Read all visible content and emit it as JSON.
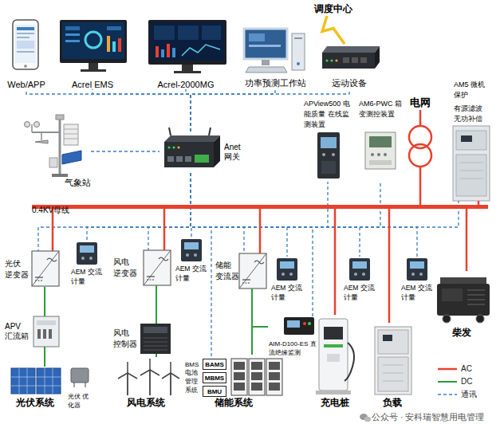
{
  "diagram": {
    "nodes": [
      {
        "text": [
          "调度中心"
        ]
      },
      {
        "text": [
          "Web/APP"
        ]
      },
      {
        "text": [
          "Acrel EMS"
        ]
      },
      {
        "text": [
          "Acrel-2000MG"
        ]
      },
      {
        "text": [
          "功率预测工作站"
        ]
      },
      {
        "text": [
          "远动设备"
        ]
      },
      {
        "text": [
          "气象站"
        ]
      },
      {
        "text": [
          "Anet 网关"
        ]
      },
      {
        "text": [
          "APView500 电能质量 在线监测装置"
        ]
      },
      {
        "text": [
          "AM6-PWC 箱变测控装置"
        ]
      },
      {
        "text": [
          "电网"
        ]
      },
      {
        "text": [
          "AM5 微机保护",
          "有源滤波 无功补偿"
        ]
      },
      {
        "text": [
          "0.4KV母线"
        ]
      },
      {
        "text": [
          "光伏 逆变器"
        ]
      },
      {
        "text": [
          "AEM 交流计量"
        ]
      },
      {
        "text": [
          "风电 逆变器"
        ]
      },
      {
        "text": [
          "AEM 交流计量"
        ]
      },
      {
        "text": [
          "储能 变流器"
        ]
      },
      {
        "text": [
          "AEM 交流计量"
        ]
      },
      {
        "text": [
          "AEM 交流计量"
        ]
      },
      {
        "text": [
          "AEM 交流计量"
        ]
      },
      {
        "text": [
          "APV 汇流箱"
        ]
      },
      {
        "text": [
          "风电 控制器"
        ]
      },
      {
        "text": [
          "AIM-D100-ES 直流绝缘监测"
        ]
      },
      {
        "text": [
          "储能系统"
        ]
      },
      {
        "text": [
          "BMS 电池 管理 系统"
        ],
        "in": 24
      },
      {
        "text": [
          "BAMS"
        ],
        "in": 25
      },
      {
        "text": [
          "MBMS"
        ],
        "in": 25
      },
      {
        "text": [
          "BMU"
        ],
        "in": 25
      },
      {
        "text": [
          "光伏系统"
        ]
      },
      {
        "text": [
          "光伏 优化器"
        ]
      },
      {
        "text": [
          "风电系统"
        ]
      },
      {
        "text": [
          "充电桩"
        ]
      },
      {
        "text": [
          "负载"
        ]
      },
      {
        "text": [
          "柴发"
        ]
      }
    ],
    "edges": [
      {
        "from": 7,
        "to": 1,
        "arrow": "none"
      },
      {
        "from": 7,
        "to": 2,
        "arrow": "none"
      },
      {
        "from": 7,
        "to": 3,
        "arrow": "none"
      },
      {
        "from": 7,
        "to": 4,
        "arrow": "none"
      },
      {
        "from": 7,
        "to": 5,
        "arrow": "none"
      },
      {
        "from": 5,
        "to": 0,
        "arrow": "none"
      },
      {
        "from": 6,
        "to": 7,
        "arrow": "none"
      },
      {
        "from": 7,
        "to": 8,
        "arrow": "none"
      },
      {
        "from": 7,
        "to": 9,
        "arrow": "none"
      },
      {
        "from": 7,
        "to": 11,
        "arrow": "none"
      },
      {
        "from": 7,
        "to": 13,
        "arrow": "none"
      },
      {
        "from": 7,
        "to": 14,
        "arrow": "none"
      },
      {
        "from": 7,
        "to": 15,
        "arrow": "none"
      },
      {
        "from": 7,
        "to": 16,
        "arrow": "none"
      },
      {
        "from": 7,
        "to": 17,
        "arrow": "none"
      },
      {
        "from": 7,
        "to": 18,
        "arrow": "none"
      },
      {
        "from": 7,
        "to": 19,
        "arrow": "none"
      },
      {
        "from": 7,
        "to": 20,
        "arrow": "none"
      },
      {
        "from": 7,
        "to": 23,
        "arrow": "none"
      },
      {
        "from": 7,
        "to": 25,
        "arrow": "none"
      },
      {
        "from": 13,
        "to": 12,
        "arrow": "none"
      },
      {
        "from": 15,
        "to": 12,
        "arrow": "none"
      },
      {
        "from": 17,
        "to": 12,
        "arrow": "none"
      },
      {
        "from": 10,
        "to": 12,
        "arrow": "none"
      },
      {
        "from": 11,
        "to": 12,
        "arrow": "none"
      },
      {
        "from": 32,
        "to": 12,
        "arrow": "none"
      },
      {
        "from": 33,
        "to": 12,
        "arrow": "none"
      },
      {
        "from": 34,
        "to": 12,
        "arrow": "none"
      },
      {
        "from": 21,
        "to": 13,
        "arrow": "none"
      },
      {
        "from": 29,
        "to": 21,
        "arrow": "none"
      },
      {
        "from": 31,
        "to": 22,
        "arrow": "none"
      },
      {
        "from": 22,
        "to": 15,
        "arrow": "none"
      },
      {
        "from": 24,
        "to": 17,
        "arrow": "none"
      },
      {
        "from": 23,
        "to": 24,
        "arrow": "none"
      }
    ],
    "labels": [
      "公众号 · 安科瑞智慧用电管理"
    ],
    "legend": [
      {
        "text": "AC"
      },
      {
        "text": "DC"
      },
      {
        "text": "通讯"
      }
    ]
  }
}
